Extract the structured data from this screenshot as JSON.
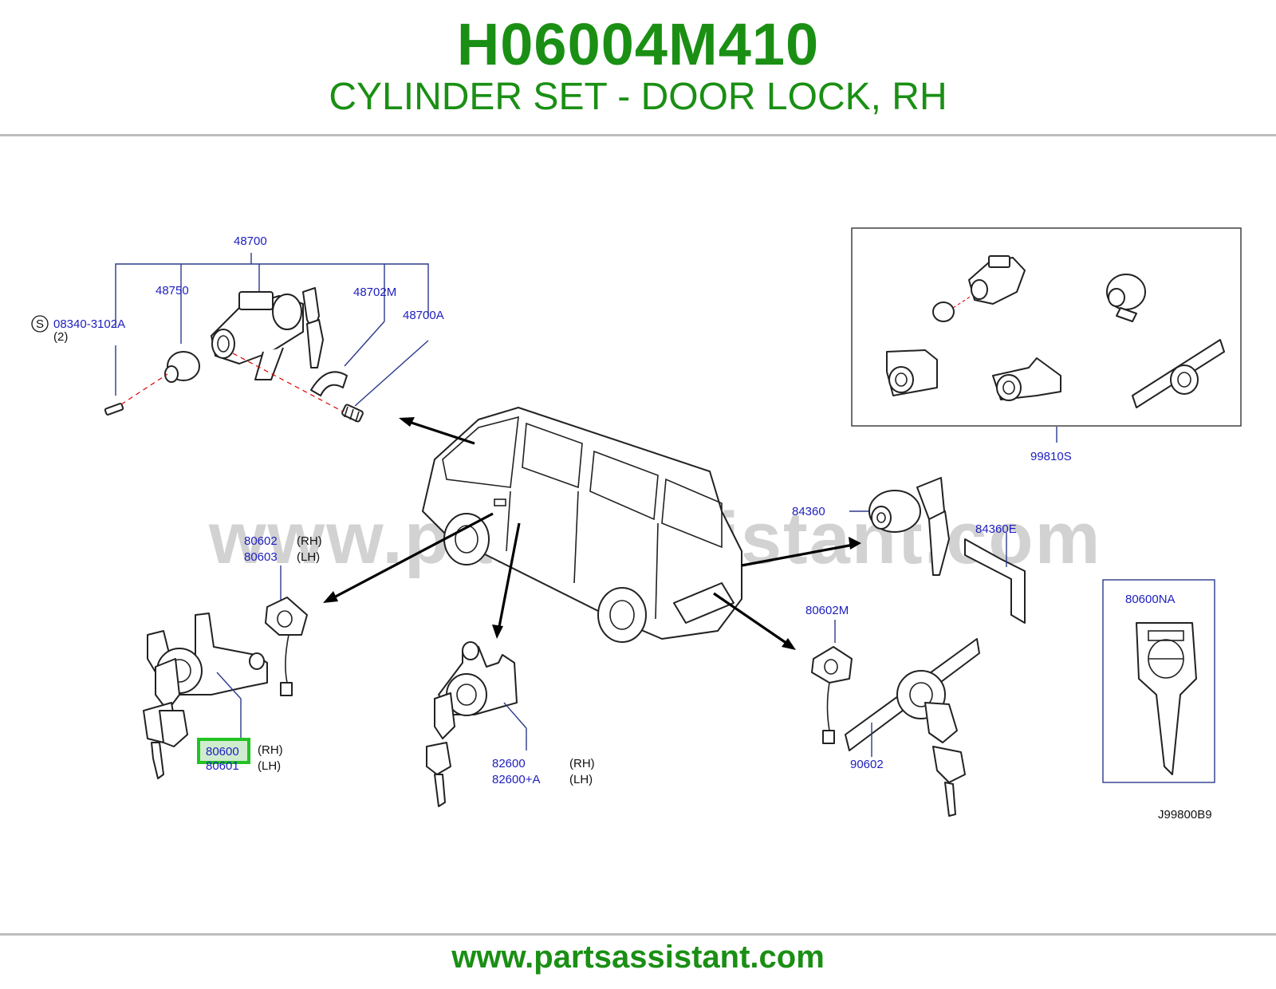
{
  "header": {
    "part_number": "H06004M410",
    "description": "CYLINDER SET - DOOR LOCK, RH"
  },
  "diagram": {
    "watermark": "www.partsassistant.com",
    "figure_code": "J99800B9",
    "labels": {
      "p48700": "48700",
      "p48750": "48750",
      "p48702M": "48702M",
      "p48700A": "48700A",
      "s_mark": "S",
      "p08340": "08340-3102A",
      "qty2": "(2)",
      "p99810S": "99810S",
      "p84360": "84360",
      "p84360E": "84360E",
      "p80602": "80602",
      "p80603": "80603",
      "rh1": "(RH)",
      "lh1": "(LH)",
      "p80600": "80600",
      "p80601": "80601",
      "rh2": "(RH)",
      "lh2": "(LH)",
      "p82600": "82600",
      "p82600A": "82600+A",
      "rh3": "(RH)",
      "lh3": "(LH)",
      "p80602M": "80602M",
      "p90602": "90602",
      "p80600NA": "80600NA"
    },
    "highlight_color": "#22c322"
  },
  "footer": {
    "url": "www.partsassistant.com"
  }
}
